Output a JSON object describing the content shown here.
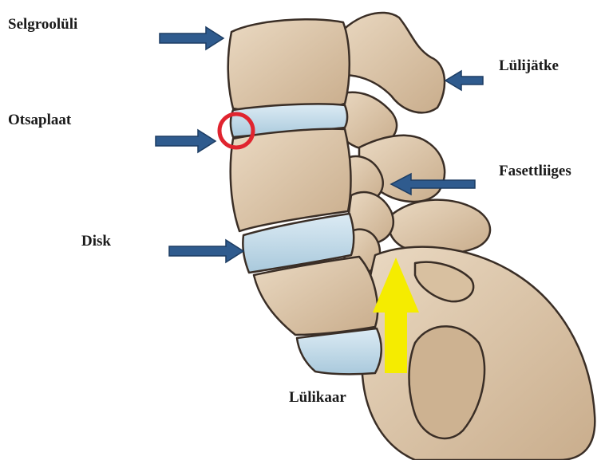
{
  "labels": {
    "vertebra": "Selgroolüli",
    "spinous_process": "Lülijätke",
    "endplate": "Otsaplaat",
    "facet_joint": "Fasettliiges",
    "disc": "Disk",
    "lamina": "Lülikaar"
  },
  "colors": {
    "bone": "#dcc6a8",
    "bone_shadow": "#b89d7c",
    "outline": "#3a2e26",
    "disc": "#c8dfec",
    "disc_shadow": "#9dbfd3",
    "arrow_blue": "#2f5b8e",
    "arrow_blue_edge": "#1d3d63",
    "highlight_arrow": "#f5ec00",
    "marker_circle": "#e0242f"
  }
}
